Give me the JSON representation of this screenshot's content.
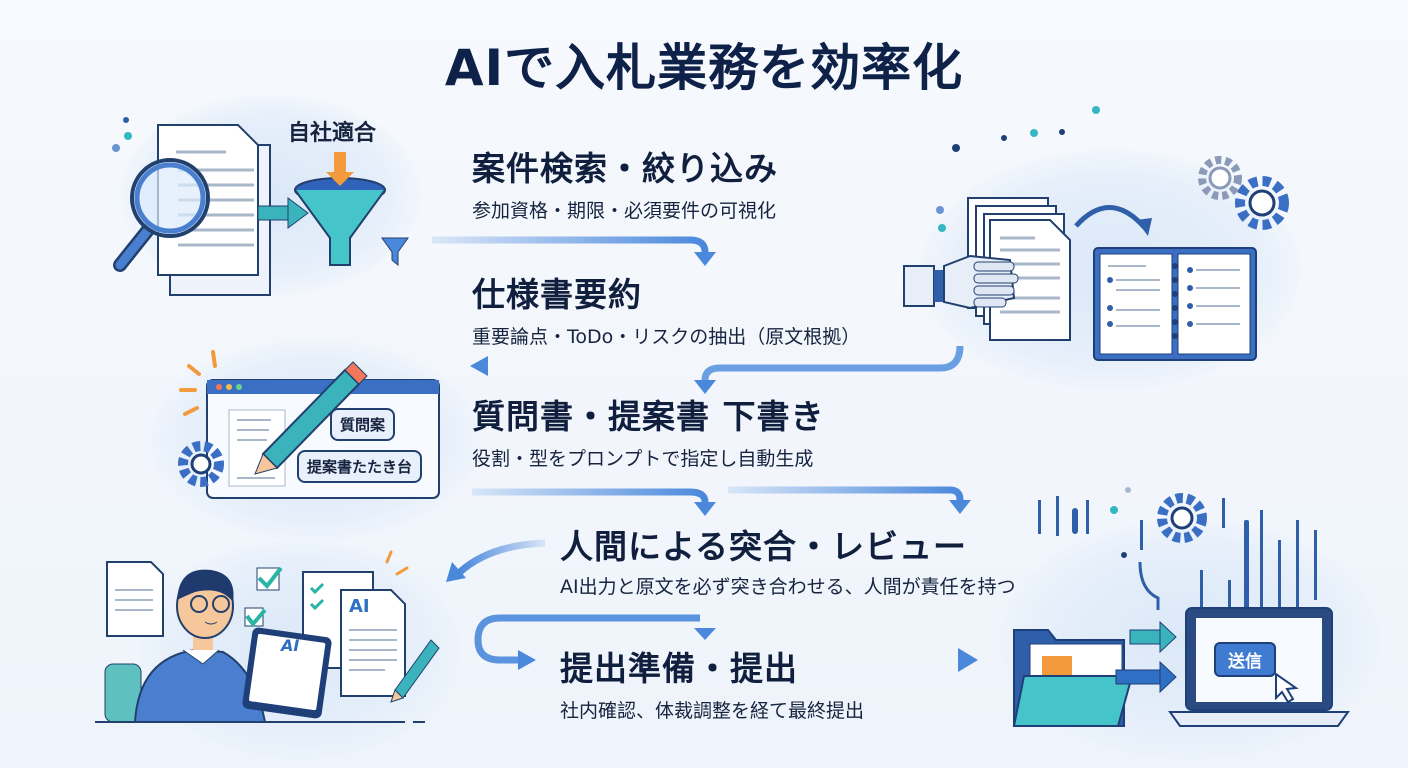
{
  "title": "AIで入札業務を効率化",
  "steps": [
    {
      "title": "案件検索・絞り込み",
      "desc": "参加資格・期限・必須要件の可視化"
    },
    {
      "title": "仕様書要約",
      "desc": "重要論点・ToDo・リスクの抽出（原文根拠）"
    },
    {
      "title": "質問書・提案書 下書き",
      "desc": "役割・型をプロンプトで指定し自動生成"
    },
    {
      "title": "人間による突合・レビュー",
      "desc": "AI出力と原文を必ず突き合わせる、人間が責任を持つ"
    },
    {
      "title": "提出準備・提出",
      "desc": "社内確認、体裁調整を経て最終提出"
    }
  ],
  "illustrations": {
    "search": {
      "label": "自社適合",
      "icons": [
        "magnifier-icon",
        "document-icon",
        "funnel-icon",
        "filter-icon"
      ]
    },
    "summary": {
      "icons": [
        "robot-hand-icon",
        "document-stack-icon",
        "notebook-icon",
        "gear-icon"
      ]
    },
    "draft": {
      "bubbles": [
        "質問案",
        "提案書たたき台"
      ],
      "icons": [
        "window-icon",
        "pencil-icon",
        "gear-icon"
      ]
    },
    "review": {
      "ai_tablet": "AI",
      "ai_doc": "AI",
      "icons": [
        "person-icon",
        "tablet-icon",
        "checkbox-icon",
        "document-icon",
        "pencil-icon"
      ]
    },
    "submit": {
      "button": "送信",
      "icons": [
        "folder-icon",
        "laptop-icon",
        "cursor-icon",
        "gear-icon"
      ]
    }
  },
  "colors": {
    "title": "#0e2148",
    "arrow": "#4a88dc",
    "accent_teal": "#3cc1c4",
    "accent_orange": "#f29a3c",
    "navy": "#1e3f78"
  }
}
